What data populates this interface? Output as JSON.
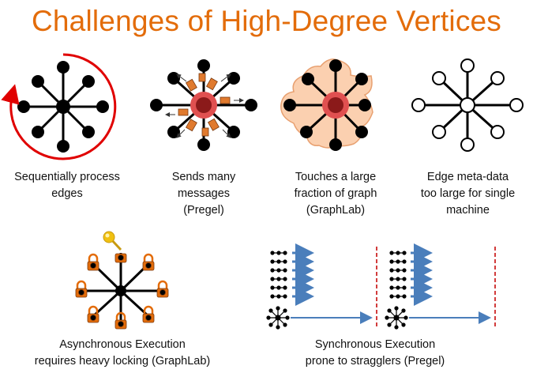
{
  "title": "Challenges of High-Degree Vertices",
  "panels": [
    {
      "id": "sequential",
      "caption": [
        "Sequentially process",
        "edges"
      ]
    },
    {
      "id": "messages",
      "caption": [
        "Sends many",
        "messages",
        "(Pregel)"
      ]
    },
    {
      "id": "touches",
      "caption": [
        "Touches a large",
        "fraction of graph",
        "(GraphLab)"
      ]
    },
    {
      "id": "metadata",
      "caption": [
        "Edge meta-data",
        "too large for single",
        "machine"
      ]
    },
    {
      "id": "async",
      "caption": [
        "Asynchronous Execution",
        "requires heavy locking (GraphLab)"
      ]
    },
    {
      "id": "sync",
      "caption": [
        "Synchronous Execution",
        "prone to stragglers (Pregel)"
      ]
    }
  ],
  "colors": {
    "title": "#e36c0a",
    "arrow_red": "#e00000",
    "hub_red": "#c0392b",
    "message_orange": "#e07a2e",
    "lock_orange": "#e36c0a",
    "blob_fill": "#fbd0b0",
    "key_yellow": "#f0c010",
    "flow_blue": "#4a7ebb",
    "barrier_red": "#d23c3c"
  }
}
